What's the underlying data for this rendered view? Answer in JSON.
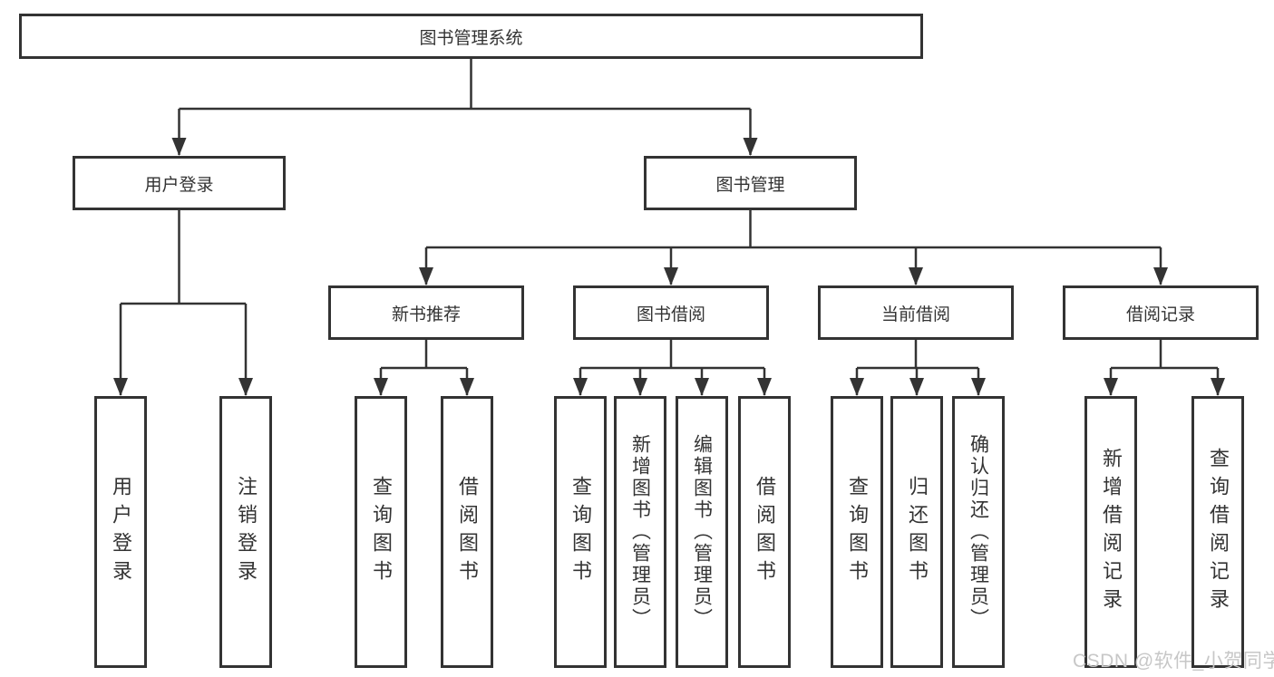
{
  "root": {
    "label": "图书管理系统"
  },
  "level2": {
    "user_login": "用户登录",
    "book_mgmt": "图书管理"
  },
  "level3": {
    "new_book_rec": "新书推荐",
    "book_borrow": "图书借阅",
    "current_borrow": "当前借阅",
    "borrow_records": "借阅记录"
  },
  "leaves": {
    "login": "用户登录",
    "logout": "注销登录",
    "rec_query_book": "查询图书",
    "rec_borrow_book": "借阅图书",
    "bb_query_book": "查询图书",
    "bb_add_book": "新增图书（管理员）",
    "bb_edit_book": "编辑图书（管理员）",
    "bb_borrow_book": "借阅图书",
    "cb_query_book": "查询图书",
    "cb_return_book": "归还图书",
    "cb_confirm_return": "确认归还（管理员）",
    "br_add_record": "新增借阅记录",
    "br_query_record": "查询借阅记录"
  },
  "watermark": "CSDN @软件_小贺同学",
  "colors": {
    "border": "#333333",
    "line": "#333333",
    "text": "#333333",
    "watermark": "#c7c7c7",
    "background": "#ffffff"
  }
}
